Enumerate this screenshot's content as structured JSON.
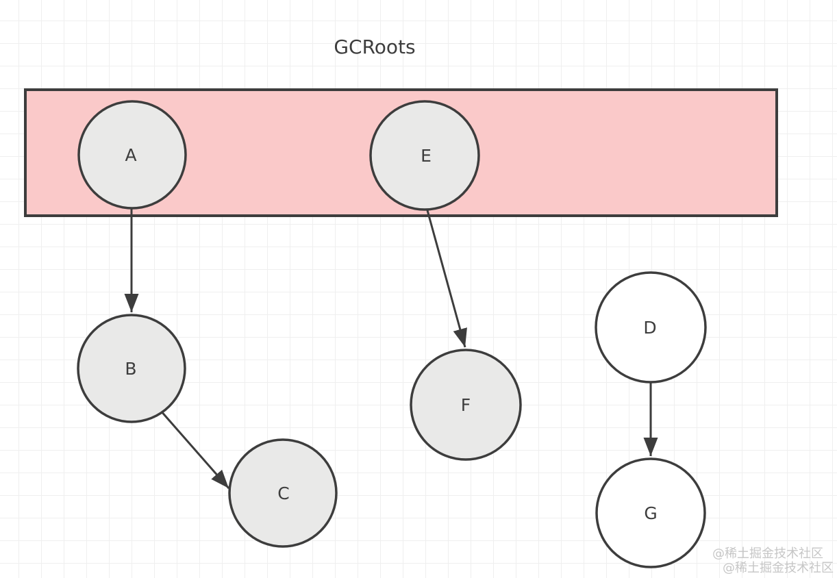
{
  "title": "GCRoots",
  "nodes": {
    "A": {
      "label": "A"
    },
    "B": {
      "label": "B"
    },
    "C": {
      "label": "C"
    },
    "D": {
      "label": "D"
    },
    "E": {
      "label": "E"
    },
    "F": {
      "label": "F"
    },
    "G": {
      "label": "G"
    }
  },
  "gc_roots_members": [
    "A",
    "E"
  ],
  "gray_nodes": [
    "A",
    "B",
    "C",
    "E",
    "F"
  ],
  "white_nodes": [
    "D",
    "G"
  ],
  "edges": [
    {
      "from": "A",
      "to": "B"
    },
    {
      "from": "B",
      "to": "C"
    },
    {
      "from": "E",
      "to": "F"
    },
    {
      "from": "D",
      "to": "G"
    }
  ],
  "watermark": {
    "line1": "@稀土掘金技术社区",
    "line2": "@稀土掘金技术社区"
  },
  "colors": {
    "region_fill": "#fac9c9",
    "node_fill": "#e9e9e8",
    "node_fill_white": "#ffffff",
    "stroke": "#3d3d3d",
    "title_color": "#3d3d3d",
    "grid_line": "#efefef",
    "background": "#ffffff",
    "watermark_color": "#c6c6c6"
  }
}
